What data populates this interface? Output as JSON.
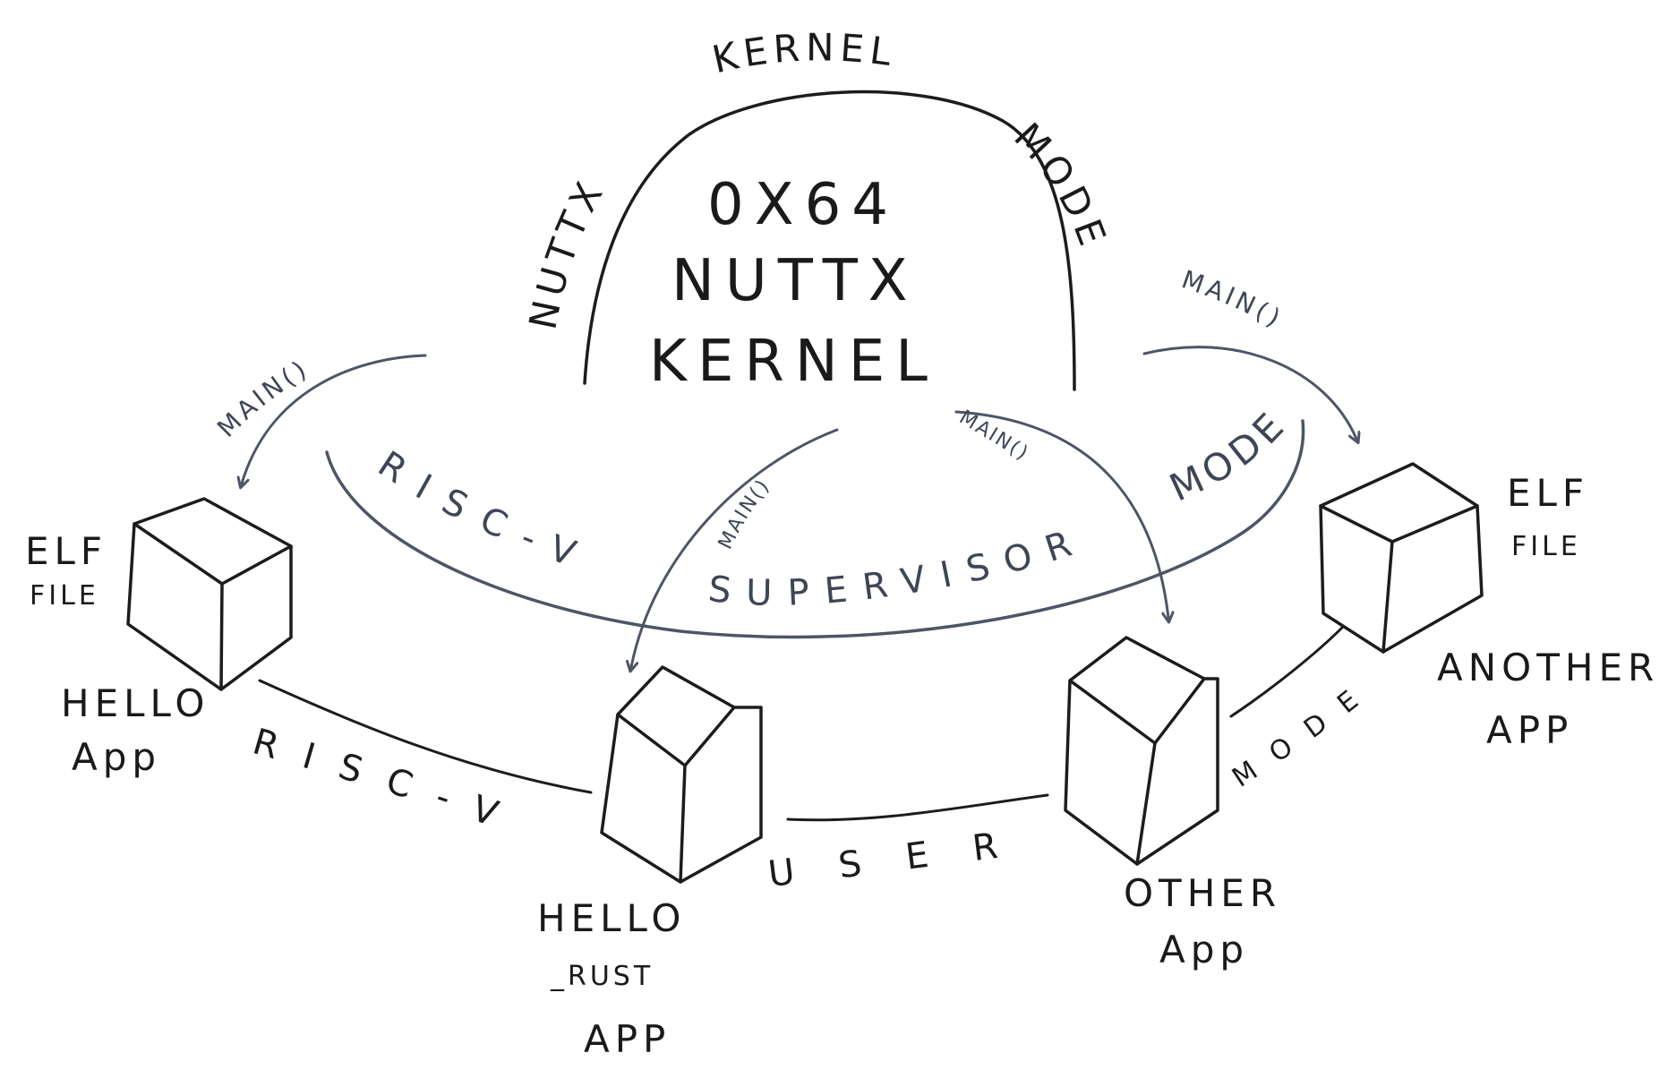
{
  "kernel": {
    "title_lines": [
      "0X64",
      "NUTTX",
      "KERNEL"
    ],
    "arc_left_label": "NUTTX",
    "arc_top_label": "KERNEL",
    "arc_right_label": "MODE"
  },
  "supervisor": {
    "label_left": "RISC-V",
    "label_mid": "SUPERVISOR",
    "label_right": "MODE"
  },
  "user": {
    "label_left": "RISC-V",
    "label_mid": "USER",
    "label_right": "MODE"
  },
  "arrows": {
    "main_left": "MAIN()",
    "main_mid_left": "MAIN()",
    "main_mid_right": "MAIN()",
    "main_right": "MAIN()"
  },
  "apps": [
    {
      "name_line1": "HELLO",
      "name_line2": "App",
      "file_line1": "ELF",
      "file_line2": "FILE"
    },
    {
      "name_line1": "HELLO",
      "name_line2": "_RUST",
      "name_line3": "APP"
    },
    {
      "name_line1": "OTHER",
      "name_line2": "App"
    },
    {
      "name_line1": "ANOTHER",
      "name_line2": "APP",
      "file_line1": "ELF",
      "file_line2": "FILE"
    }
  ],
  "colors": {
    "ink": "#1c1c1c",
    "blue_ink": "#4d5566"
  }
}
